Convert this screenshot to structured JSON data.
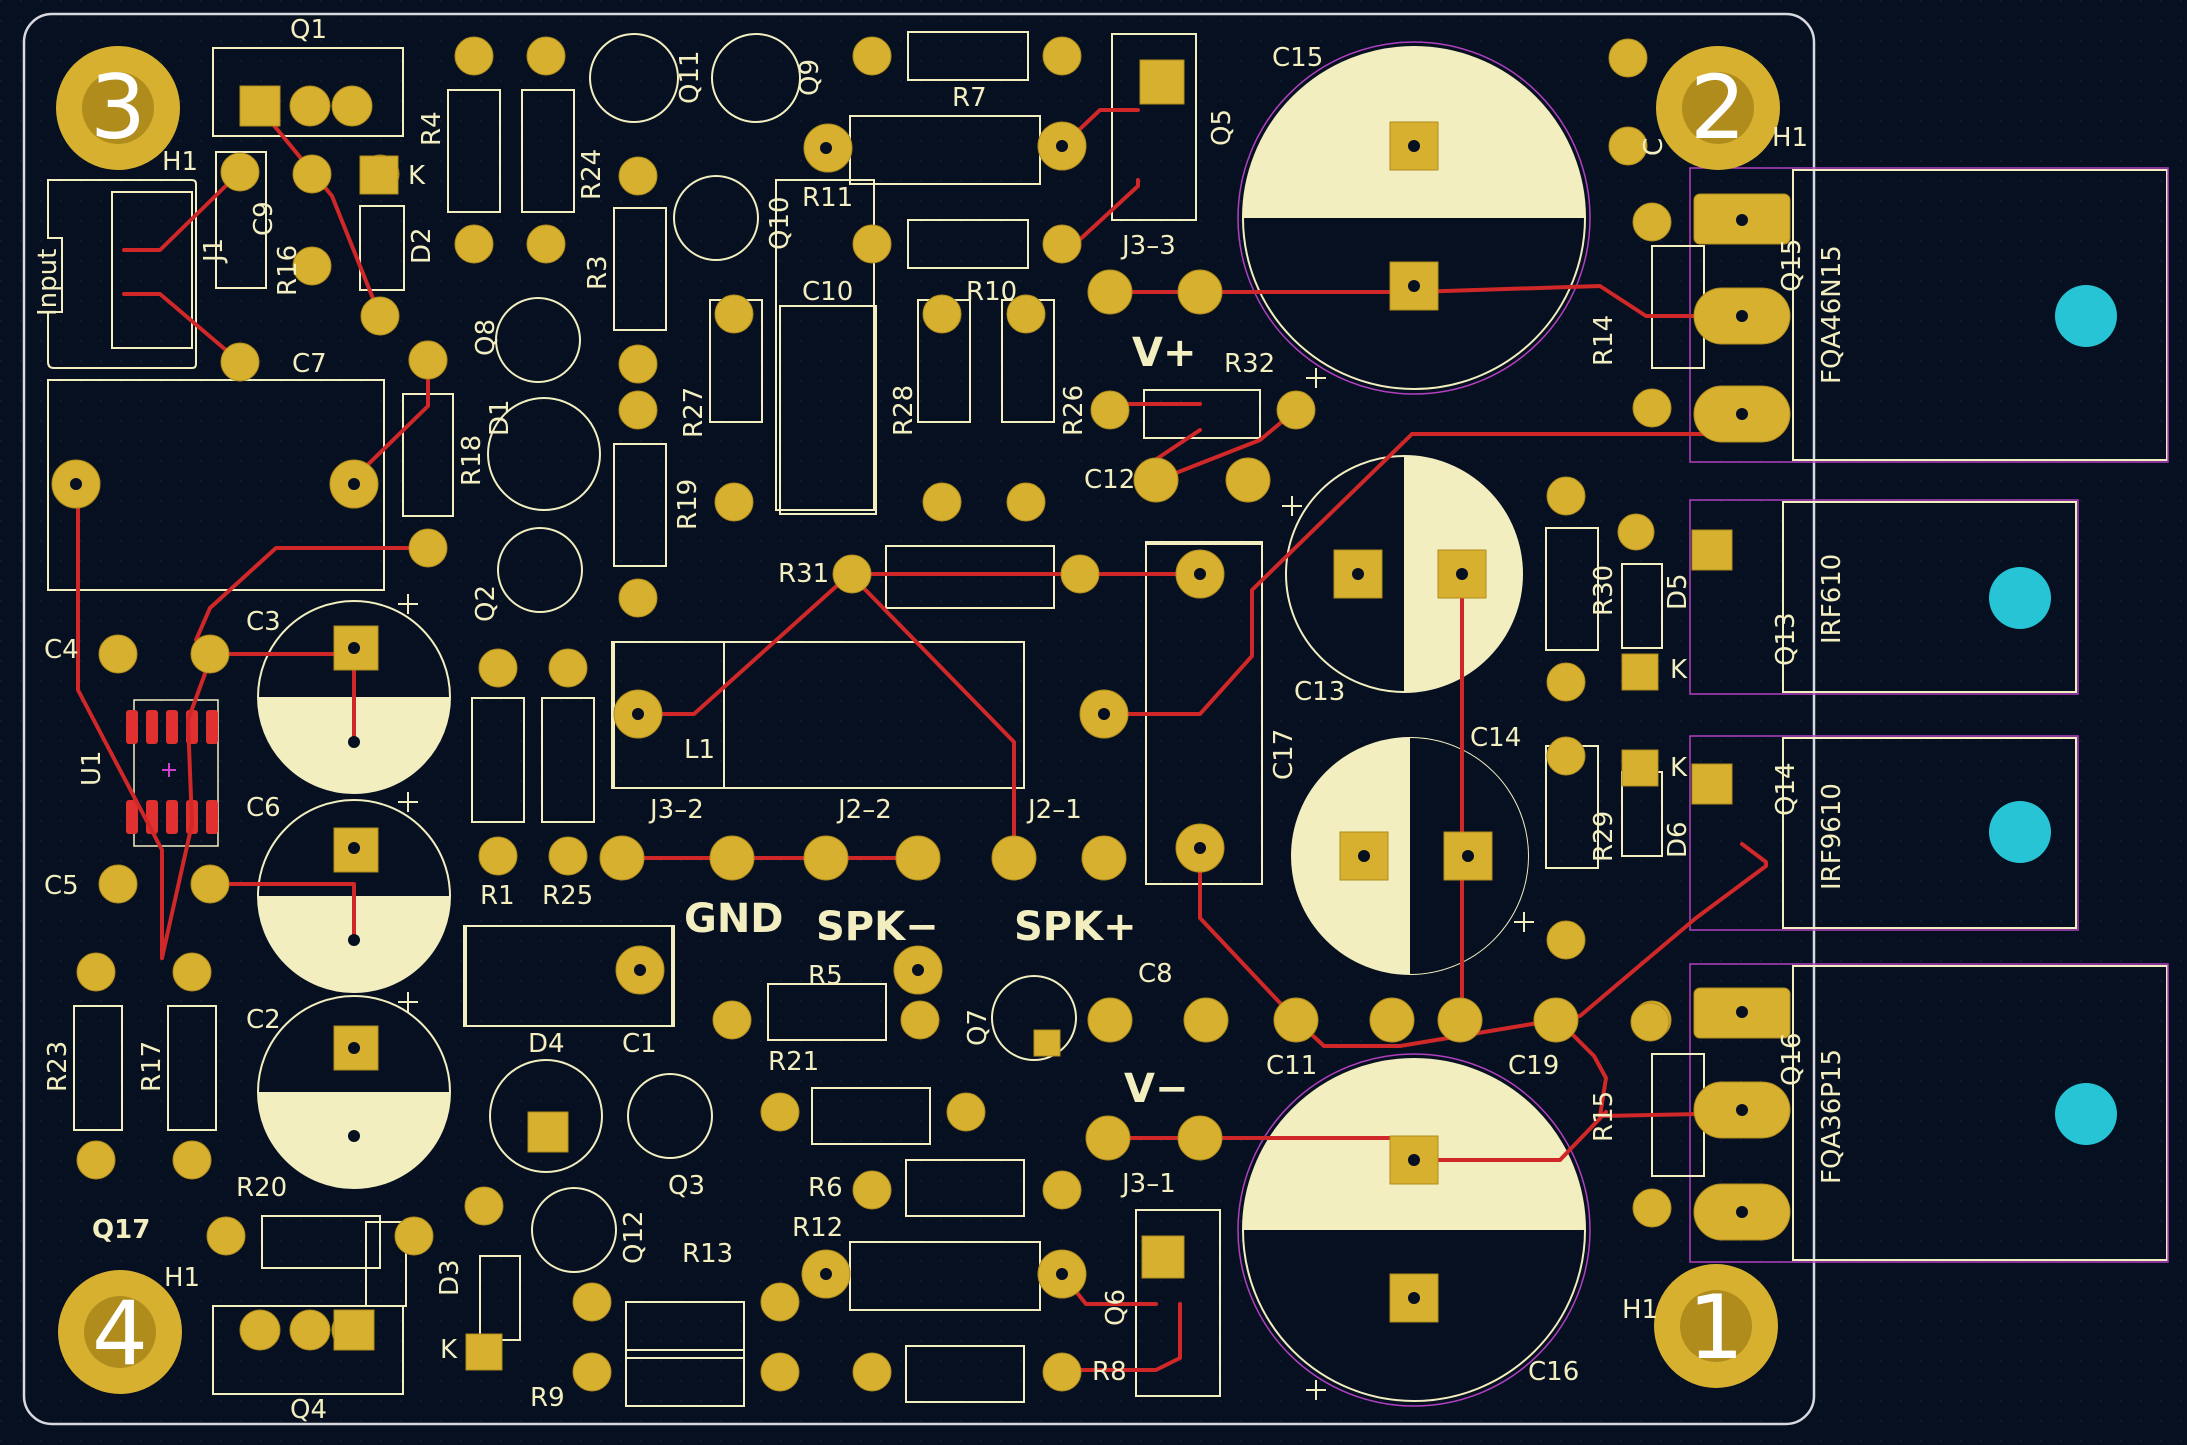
{
  "colors": {
    "background": "#061020",
    "board_outline": "#d8d8e0",
    "silkscreen": "#f2eec0",
    "copper_pad": "#d8b030",
    "pad_dark": "#b08c1c",
    "drill": "#061020",
    "track": "#d02828",
    "courtyard": "#b040c0",
    "heatsink_hole": "#26c4d4",
    "smd_pad": "#e03030",
    "mount_hole_text": "#ffffff"
  },
  "mounting_holes": [
    {
      "num": "3",
      "label": "H1"
    },
    {
      "num": "2",
      "label": "H1"
    },
    {
      "num": "4",
      "label": "H1"
    },
    {
      "num": "1",
      "label": "H1"
    }
  ],
  "designators": {
    "Q1": "Q1",
    "Q4": "Q4",
    "Q5": "Q5",
    "Q6": "Q6",
    "Q17": "Q17",
    "Q2": "Q2",
    "Q3": "Q3",
    "Q7": "Q7",
    "Q8": "Q8",
    "Q9": "Q9",
    "Q10": "Q10",
    "Q11": "Q11",
    "Q12": "Q12",
    "Q13": "Q13",
    "Q14": "Q14",
    "Q15": "Q15",
    "Q16": "Q16",
    "J1": "J1",
    "C9": "C9",
    "R16": "R16",
    "D2": "D2",
    "D2K": "K",
    "R4": "R4",
    "R24": "R24",
    "R3": "R3",
    "R7": "R7",
    "R11": "R11",
    "J3_3": "J3–3",
    "J3_2": "J3–2",
    "J3_1": "J3–1",
    "J2_2": "J2–2",
    "J2_1": "J2–1",
    "C15": "C15",
    "C16": "C16",
    "C13": "C13",
    "C14": "C14",
    "C7": "C7",
    "C3": "C3",
    "C6": "C6",
    "C2": "C2",
    "C4": "C4",
    "C5": "C5",
    "C10": "C10",
    "C12": "C12",
    "C17": "C17",
    "C8": "C8",
    "C1": "C1",
    "C11": "C11",
    "C19": "C19",
    "R10": "R10",
    "R27": "R27",
    "R28": "R28",
    "R26": "R26",
    "R32": "R32",
    "R14": "R14",
    "R18": "R18",
    "R19": "R19",
    "R31": "R31",
    "R30": "R30",
    "R29": "R29",
    "R1": "R1",
    "R25": "R25",
    "R5": "R5",
    "R21": "R21",
    "R6": "R6",
    "R12": "R12",
    "R13": "R13",
    "R9": "R9",
    "R8": "R8",
    "R15": "R15",
    "R20": "R20",
    "R23": "R23",
    "R17": "R17",
    "D1": "D1",
    "D3": "D3",
    "D3K": "K",
    "D4": "D4",
    "D5": "D5",
    "D5K": "K",
    "D6": "D6",
    "D6K": "K",
    "U1": "U1",
    "L1": "L1",
    "C_top": "C",
    "Input": "Input"
  },
  "net_labels": {
    "vplus": "V+",
    "vminus": "V−",
    "gnd": "GND",
    "spk_minus": "SPK−",
    "spk_plus": "SPK+"
  },
  "heatsink_parts": [
    "FQA46N15",
    "IRF610",
    "IRF9610",
    "FQA36P15"
  ]
}
